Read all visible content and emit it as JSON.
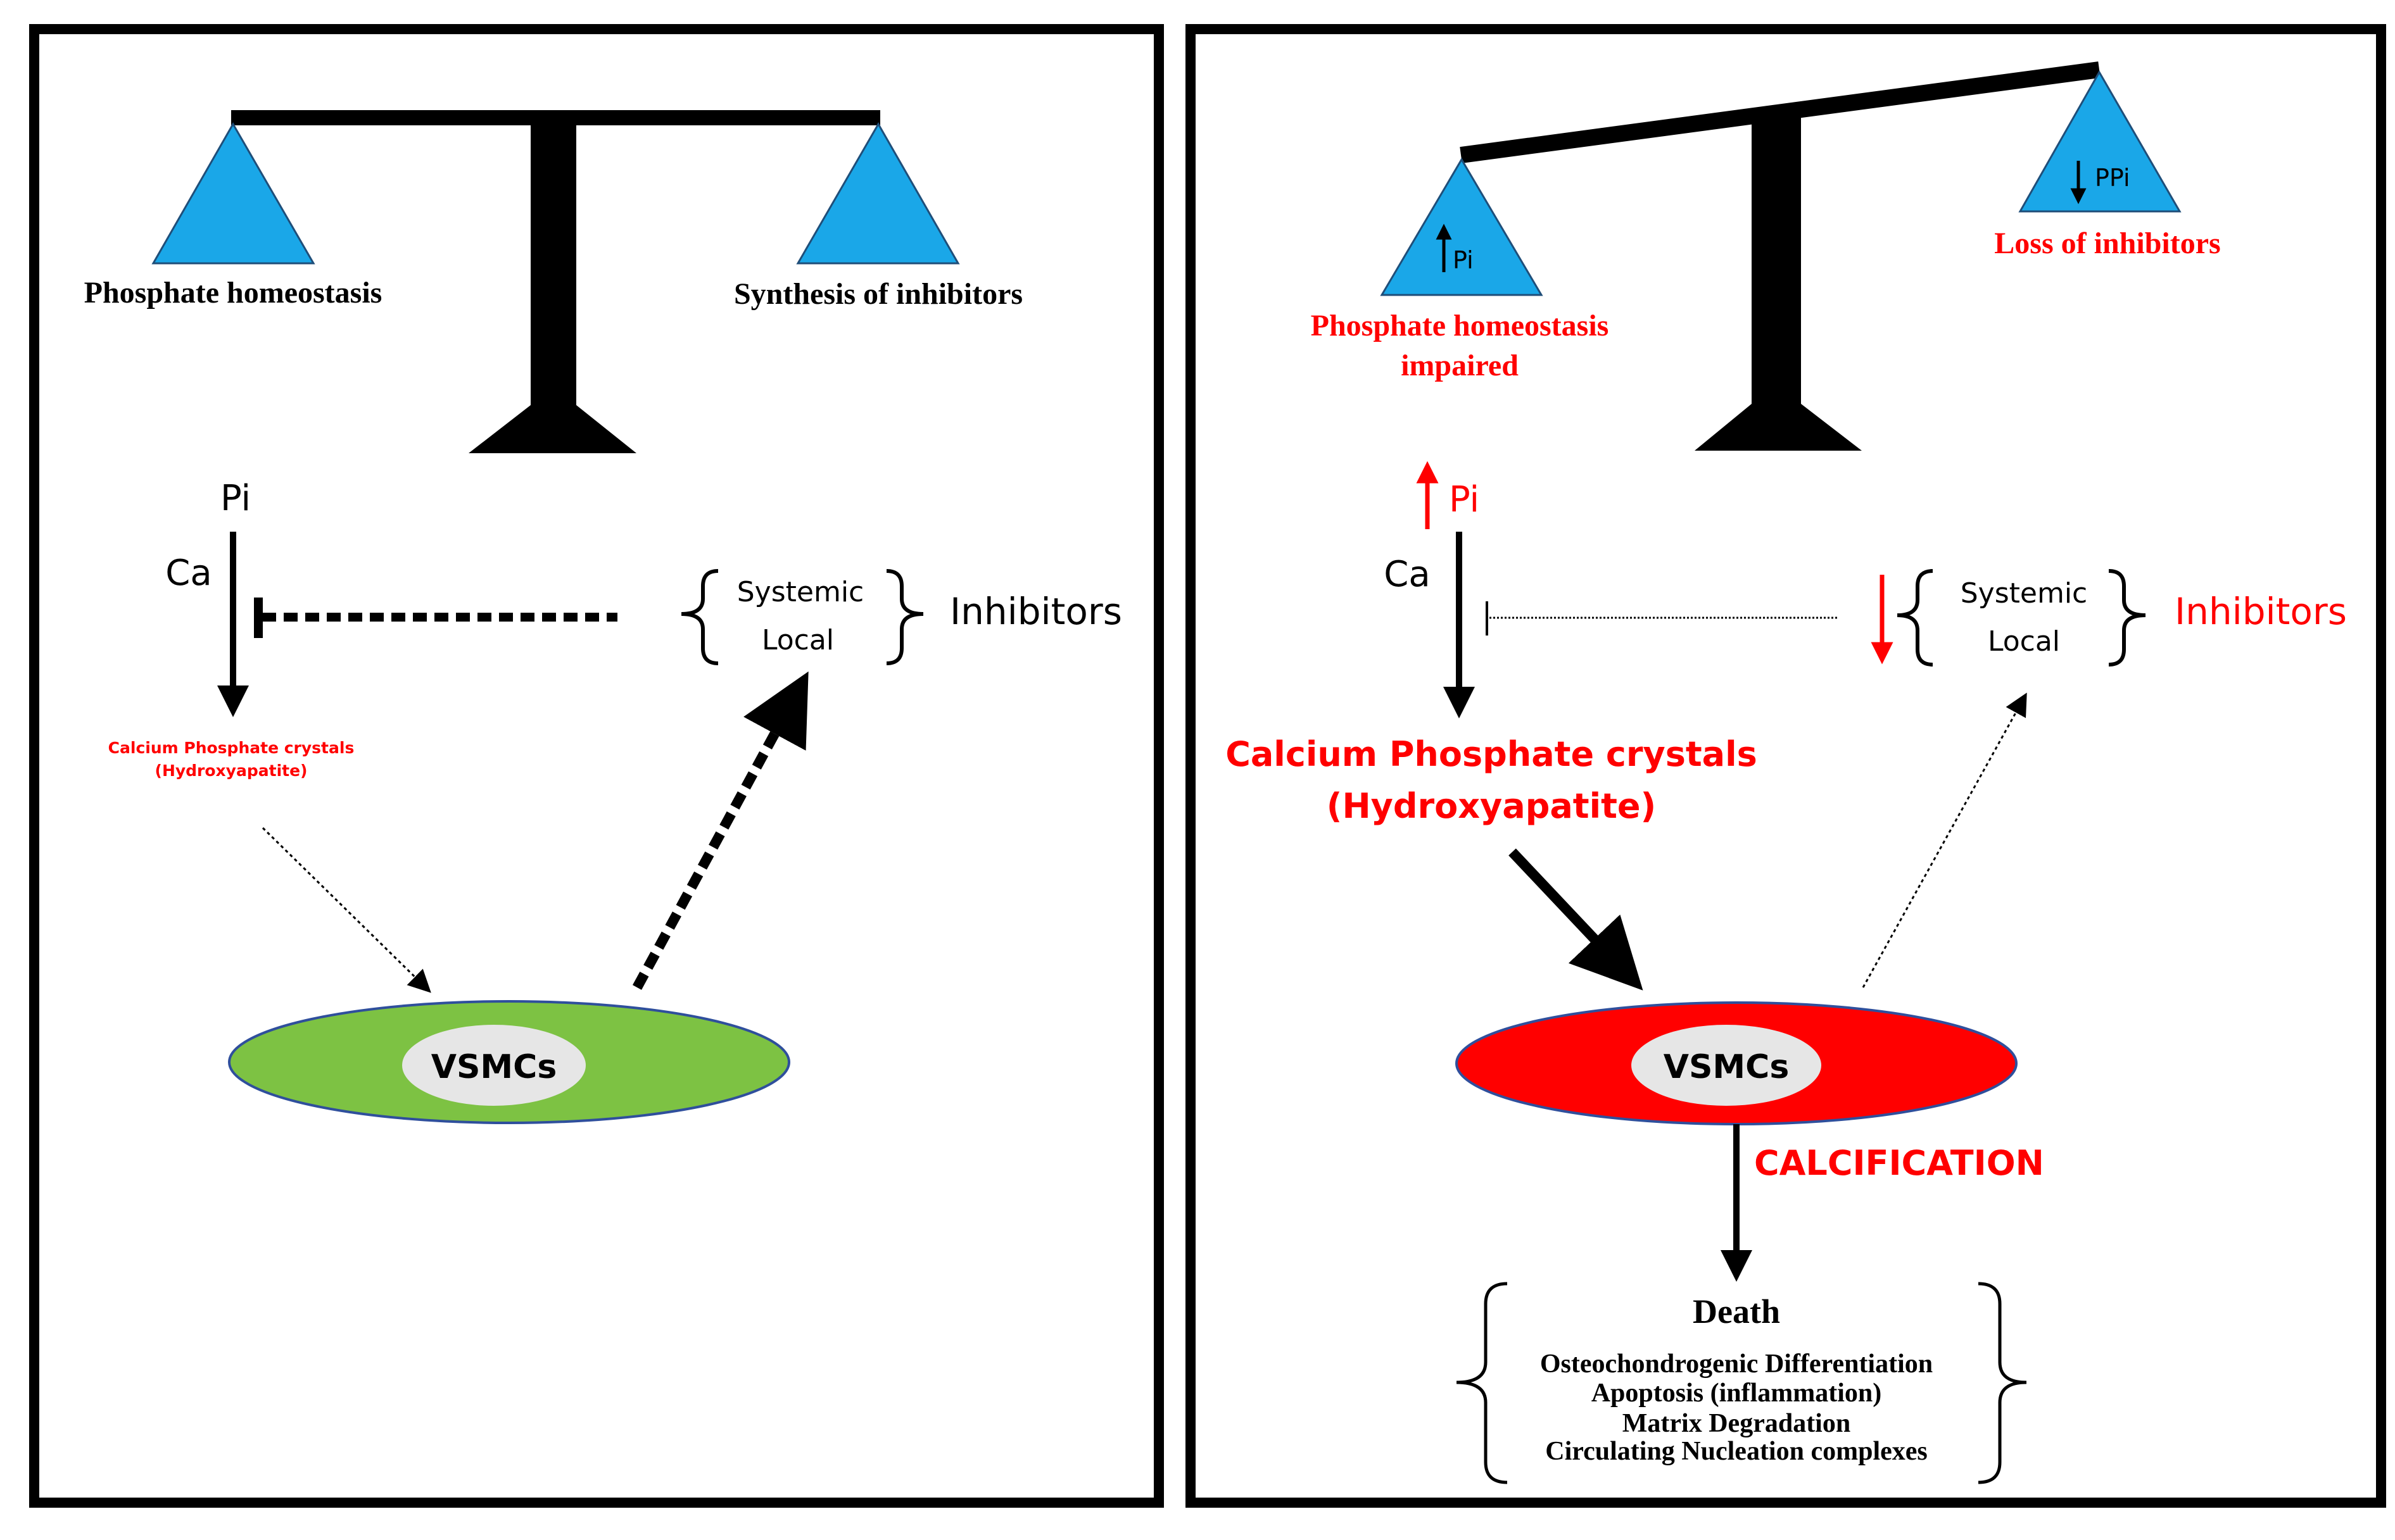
{
  "colors": {
    "black": "#000000",
    "red": "#ff0000",
    "triangle_fill": "#1aa7e8",
    "triangle_stroke": "#1f4e79",
    "normal_cell": "#7dc243",
    "calcified_cell": "#ff0000",
    "nucleus": "#e6e6e6"
  },
  "left_panel": {
    "pan_left_label": "Phosphate homeostasis",
    "pan_right_label": "Synthesis of inhibitors",
    "pi": "Pi",
    "ca": "Ca",
    "systemic": "Systemic",
    "local": "Local",
    "inhibitors": "Inhibitors",
    "crystals_line1": "Calcium Phosphate crystals",
    "crystals_line2": "(Hydroxyapatite)",
    "cell": "VSMCs"
  },
  "right_panel": {
    "pan_left_value": "Pi",
    "pan_right_value": "PPi",
    "pan_left_label_line1": "Phosphate homeostasis",
    "pan_left_label_line2": "impaired",
    "pan_right_label": "Loss of inhibitors",
    "pi": "Pi",
    "ca": "Ca",
    "systemic": "Systemic",
    "local": "Local",
    "inhibitors": "Inhibitors",
    "crystals_line1": "Calcium Phosphate crystals",
    "crystals_line2": "(Hydroxyapatite)",
    "cell": "VSMCs",
    "calcification": "CALCIFICATION",
    "outcome_title": "Death",
    "outcomes": [
      "Osteochondrogenic Differentiation",
      "Apoptosis (inflammation)",
      "Matrix Degradation",
      "Circulating Nucleation complexes"
    ]
  }
}
